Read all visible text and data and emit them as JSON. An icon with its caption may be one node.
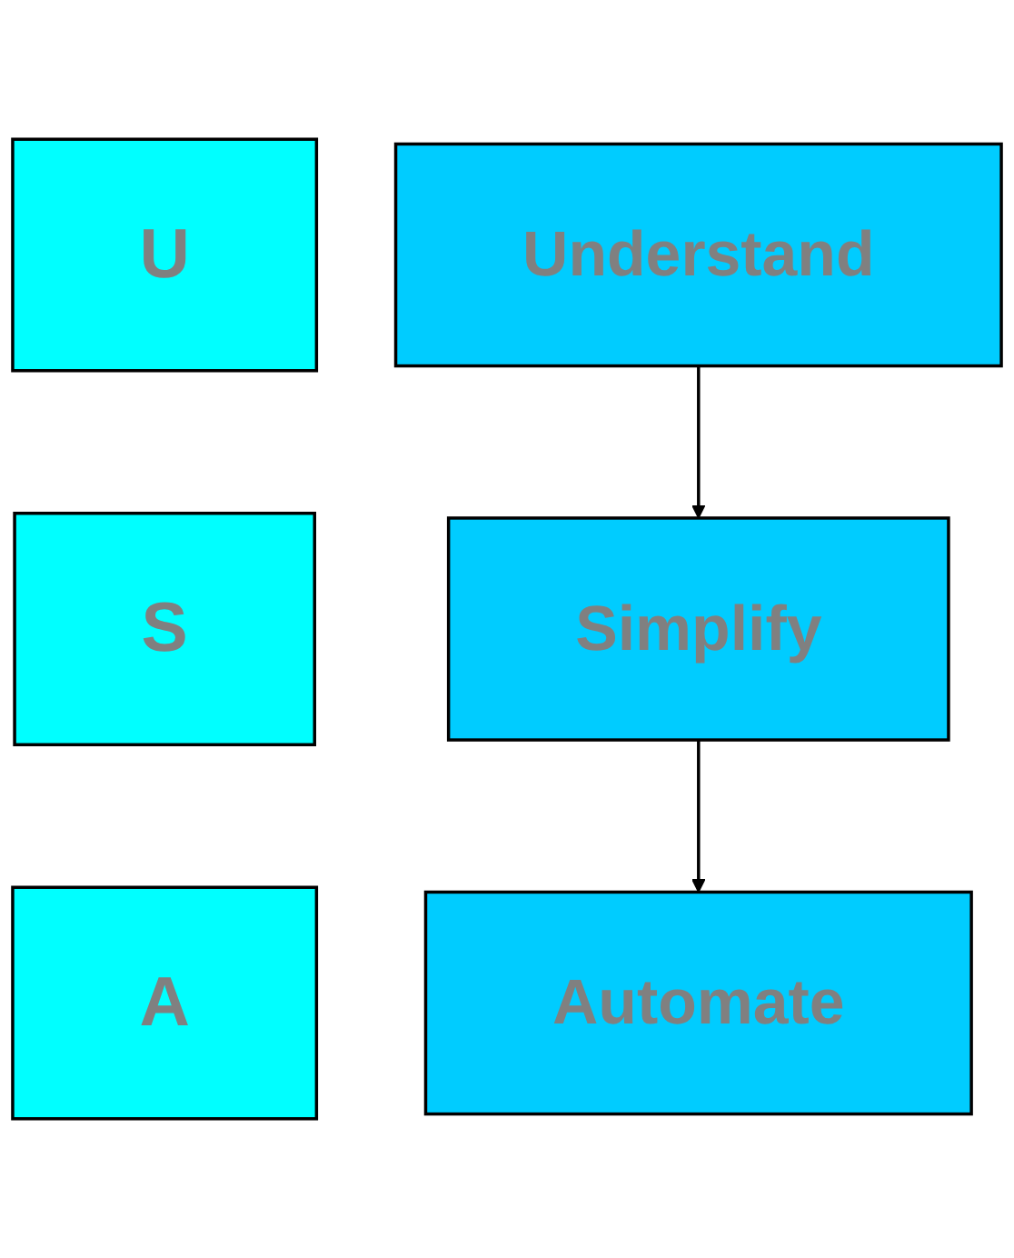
{
  "diagram": {
    "nodes": [
      {
        "text": [
          "U"
        ]
      },
      {
        "text": [
          "Understand"
        ]
      },
      {
        "text": [
          "S"
        ]
      },
      {
        "text": [
          "Simplify"
        ]
      },
      {
        "text": [
          "A"
        ]
      },
      {
        "text": [
          "Automate"
        ]
      }
    ],
    "edges": [
      {
        "from": 1,
        "to": 3,
        "arrow": "to"
      },
      {
        "from": 3,
        "to": 5,
        "arrow": "to"
      }
    ]
  }
}
